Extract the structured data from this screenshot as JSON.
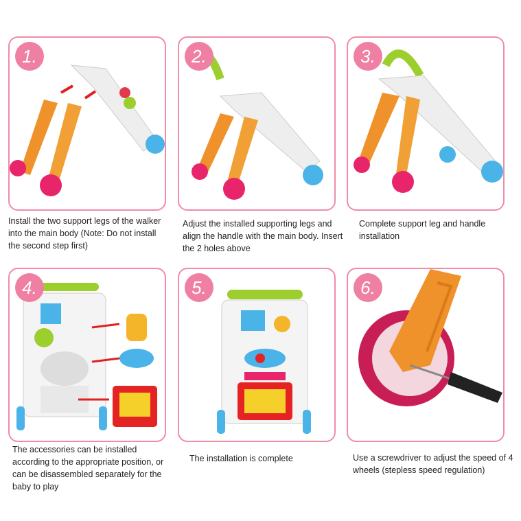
{
  "steps": [
    {
      "number": "1.",
      "caption": "Install the two support legs of the walker into the main body (Note: Do not install the second step first)"
    },
    {
      "number": "2.",
      "caption": "Adjust the installed supporting legs and align the handle with the main body. Insert the 2 holes above"
    },
    {
      "number": "3.",
      "caption": "Complete support leg and handle installation"
    },
    {
      "number": "4.",
      "caption": "The accessories can be installed according to the appropriate position, or can be disassembled separately for the baby to play"
    },
    {
      "number": "5.",
      "caption": "The installation is complete"
    },
    {
      "number": "6.",
      "caption": "Use a screwdriver to adjust the speed of 4 wheels (stepless speed regulation)"
    }
  ],
  "colors": {
    "border": "#ef8ca8",
    "badge": "#ef7fa3",
    "leg": "#f0922b",
    "wheel_pink": "#e8246b",
    "wheel_blue": "#4ab3e8",
    "handle": "#9ccf2e"
  }
}
